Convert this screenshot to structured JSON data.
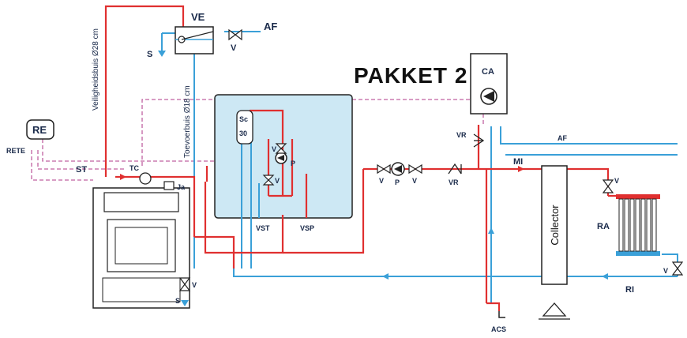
{
  "title": "PAKKET 2",
  "labels": {
    "ve": "VE",
    "af_top": "AF",
    "s_top": "S",
    "v_top": "V",
    "ca": "CA",
    "re": "RE",
    "rete": "RETE",
    "st": "ST",
    "tc": "TC",
    "ja": "Ja",
    "sc": "Sc",
    "sc_num": "30",
    "p_inner": "P",
    "v_inner1": "V",
    "v_inner2": "V",
    "vst": "VST",
    "vsp": "VSP",
    "v_pump_left": "V",
    "p_pump": "P",
    "v_pump_right": "V",
    "vr_bottom": "VR",
    "vr_top": "VR",
    "af_right": "AF",
    "mi": "MI",
    "collector": "Collector",
    "ra": "RA",
    "ri": "RI",
    "v_ra_top": "V",
    "v_ra_bottom": "V",
    "v_bottom": "V",
    "s_bottom": "S",
    "acs": "ACS",
    "safety_pipe": "Veiligheidsbuis Ø28 cm",
    "supply_pipe": "Toevoerbuis Ø18 cm"
  },
  "colors": {
    "hot": "#e03030",
    "cold": "#3aa0d8",
    "signal": "#c060a0",
    "panel": "#cde8f4"
  }
}
